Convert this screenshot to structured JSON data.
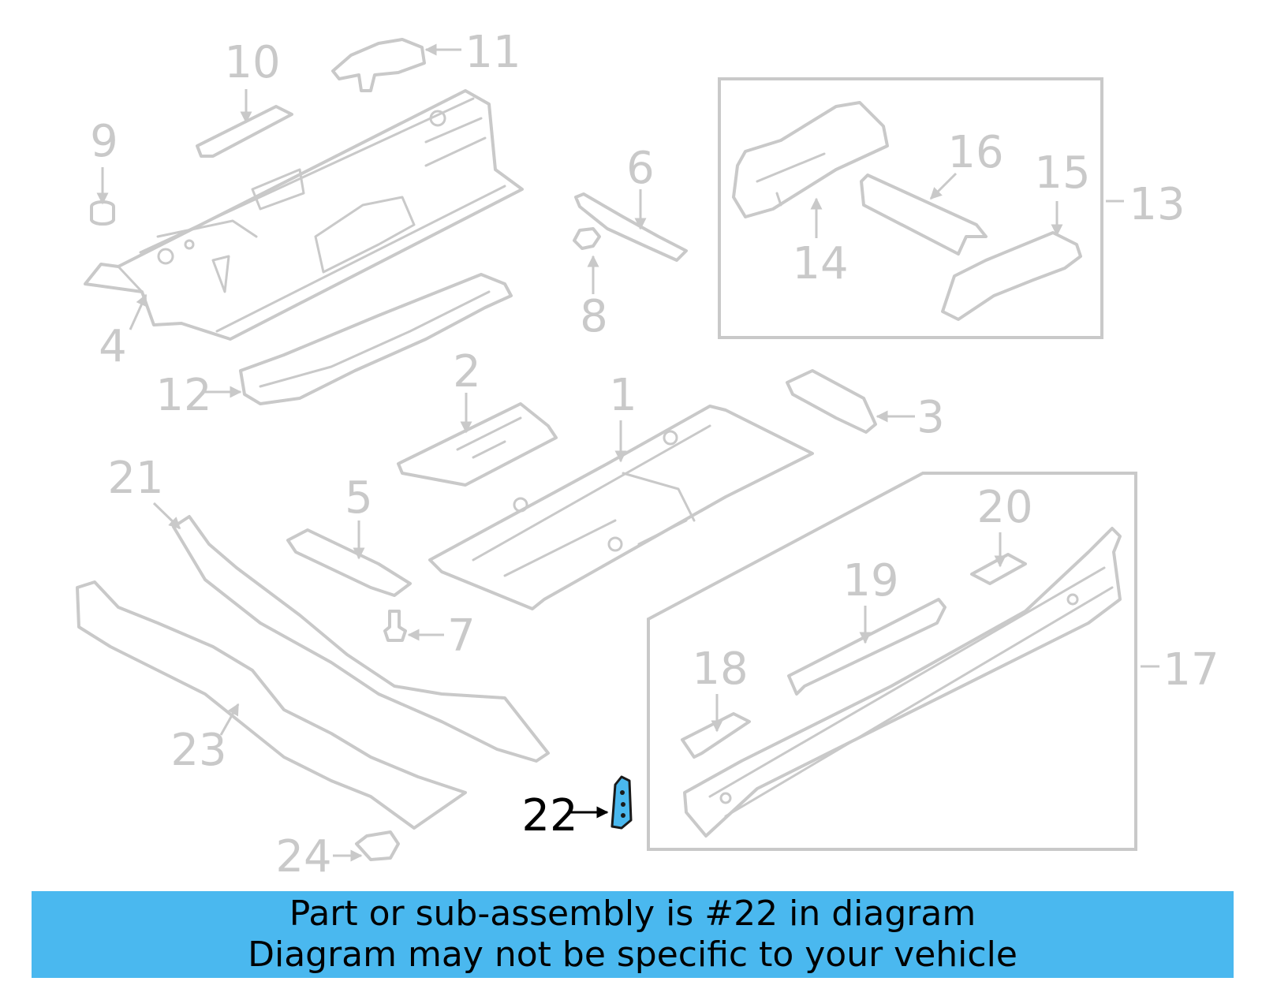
{
  "banner": {
    "line1": "Part or sub-assembly is #22 in diagram",
    "line2": "Diagram may not be specific to your vehicle",
    "color": "#4ab8ef"
  },
  "highlight": {
    "part_number": "22",
    "color": "#4ab8ef"
  },
  "callouts": {
    "c1": "1",
    "c2": "2",
    "c3": "3",
    "c4": "4",
    "c5": "5",
    "c6": "6",
    "c7": "7",
    "c8": "8",
    "c9": "9",
    "c10": "10",
    "c11": "11",
    "c12": "12",
    "c13": "13",
    "c14": "14",
    "c15": "15",
    "c16": "16",
    "c17": "17",
    "c18": "18",
    "c19": "19",
    "c20": "20",
    "c21": "21",
    "c22": "22",
    "c23": "23",
    "c24": "24"
  }
}
